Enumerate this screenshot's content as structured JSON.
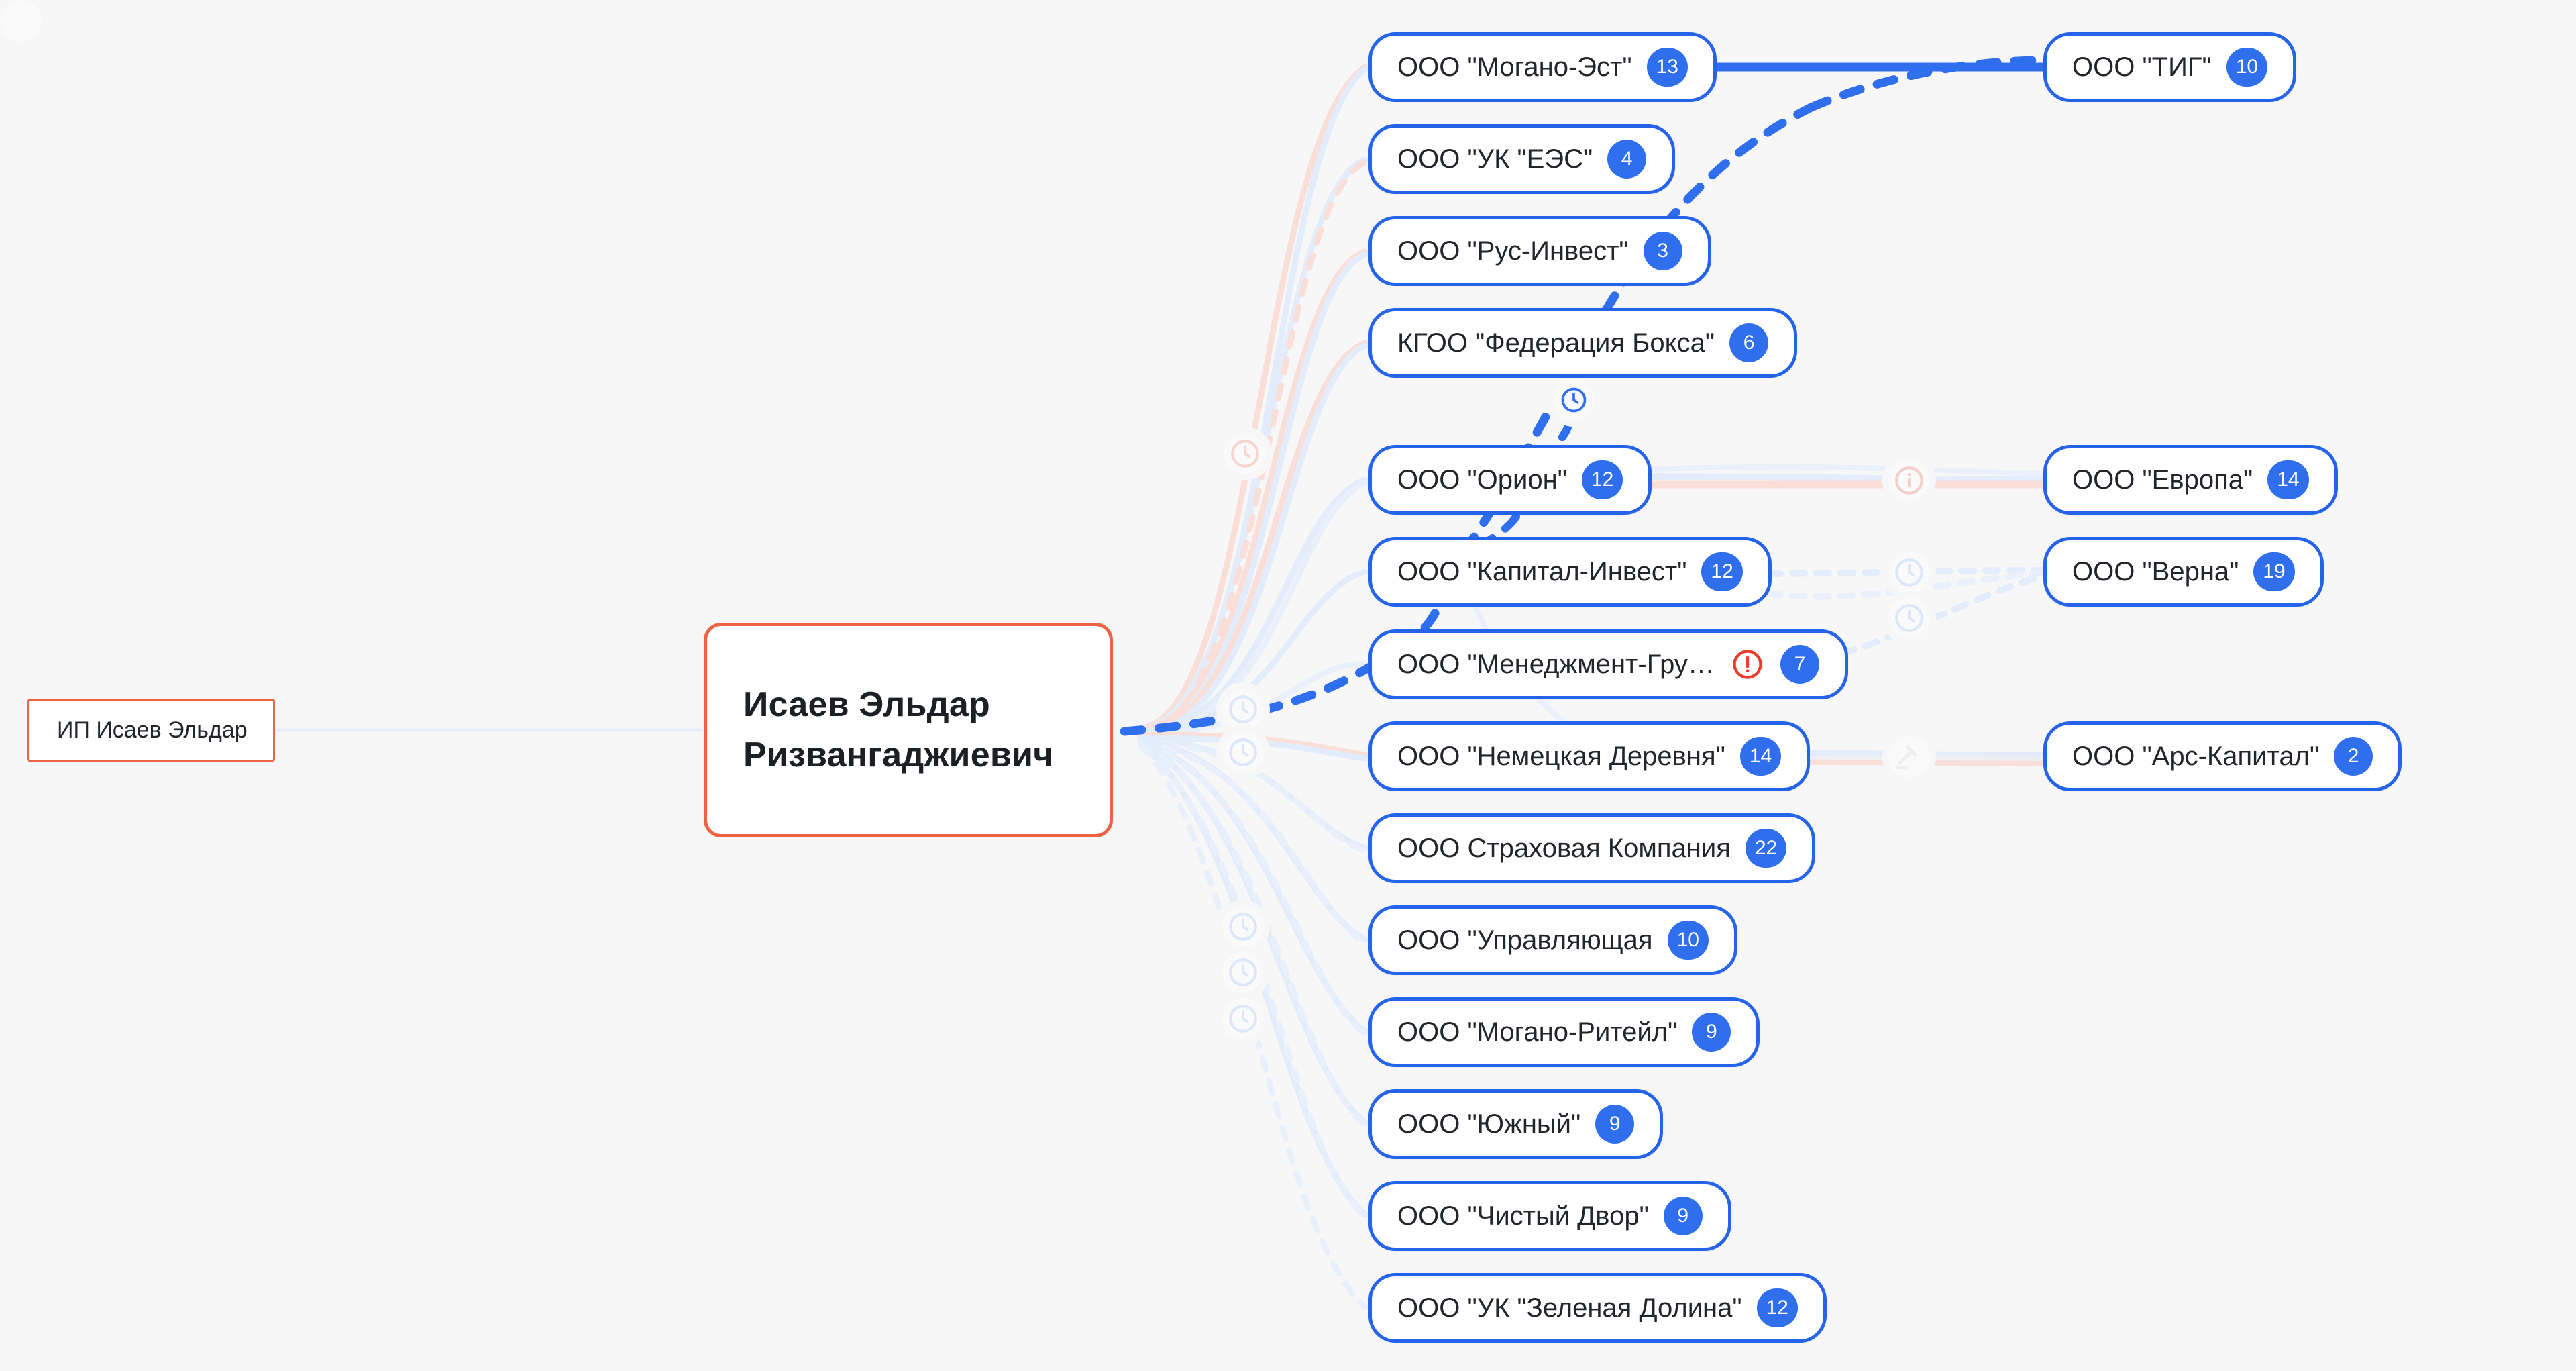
{
  "graph": {
    "type": "entity-relationship-network",
    "background_color": "#f7f7f8",
    "accent_blue": "#2563eb",
    "badge_blue": "#2f6fed",
    "accent_orange": "#ef6242",
    "warning_red": "#ef3b2d",
    "edge_blue_faint": "#dbe6fb",
    "edge_pink_faint": "#fadfd9"
  },
  "root": {
    "label": "Исаев Эльдар Ризвангаджиевич",
    "shape": "rounded-rect",
    "border_color": "#ef6242"
  },
  "left_node": {
    "label": "ИП Исаев Эльдар",
    "shape": "rect",
    "border_color": "#ef6242"
  },
  "column_middle": [
    {
      "label": "ООО \"Могано-Эст\"",
      "badge": "13",
      "warning": false
    },
    {
      "label": "ООО \"УК \"ЕЭС\"",
      "badge": "4",
      "warning": false
    },
    {
      "label": "ООО \"Рус-Инвест\"",
      "badge": "3",
      "warning": false
    },
    {
      "label": "КГОО \"Федерация Бокса\"",
      "badge": "6",
      "warning": false
    },
    {
      "label": "ООО \"Орион\"",
      "badge": "12",
      "warning": false
    },
    {
      "label": "ООО \"Капитал-Инвест\"",
      "badge": "12",
      "warning": false
    },
    {
      "label": "ООО \"Менеджмент-Гру…",
      "badge": "7",
      "warning": true
    },
    {
      "label": "ООО \"Немецкая Деревня\"",
      "badge": "14",
      "warning": false
    },
    {
      "label": "ООО Страховая Компания",
      "badge": "22",
      "warning": false
    },
    {
      "label": "ООО \"Управляющая",
      "badge": "10",
      "warning": false
    },
    {
      "label": "ООО \"Могано-Ритейл\"",
      "badge": "9",
      "warning": false
    },
    {
      "label": "ООО \"Южный\"",
      "badge": "9",
      "warning": false
    },
    {
      "label": "ООО \"Чистый Двор\"",
      "badge": "9",
      "warning": false
    },
    {
      "label": "ООО \"УК \"Зеленая Долина\"",
      "badge": "12",
      "warning": false
    }
  ],
  "column_right": [
    {
      "label": "ООО \"ТИГ\"",
      "badge": "10"
    },
    {
      "label": "ООО \"Европа\"",
      "badge": "14"
    },
    {
      "label": "ООО \"Верна\"",
      "badge": "19"
    },
    {
      "label": "ООО \"Арс-Капитал\"",
      "badge": "2"
    }
  ],
  "edge_markers": [
    {
      "icon": "clock-icon",
      "tone": "pink"
    },
    {
      "icon": "clock-icon",
      "tone": "blue"
    },
    {
      "icon": "clock-icon",
      "tone": "blue"
    },
    {
      "icon": "clock-icon",
      "tone": "blue"
    },
    {
      "icon": "clock-icon",
      "tone": "blue"
    },
    {
      "icon": "clock-icon",
      "tone": "blue"
    },
    {
      "icon": "clock-icon",
      "tone": "strong-blue"
    },
    {
      "icon": "info-icon",
      "tone": "pink"
    },
    {
      "icon": "clock-icon",
      "tone": "blue"
    },
    {
      "icon": "clock-icon",
      "tone": "blue"
    },
    {
      "icon": "gavel-icon",
      "tone": "grey"
    }
  ]
}
